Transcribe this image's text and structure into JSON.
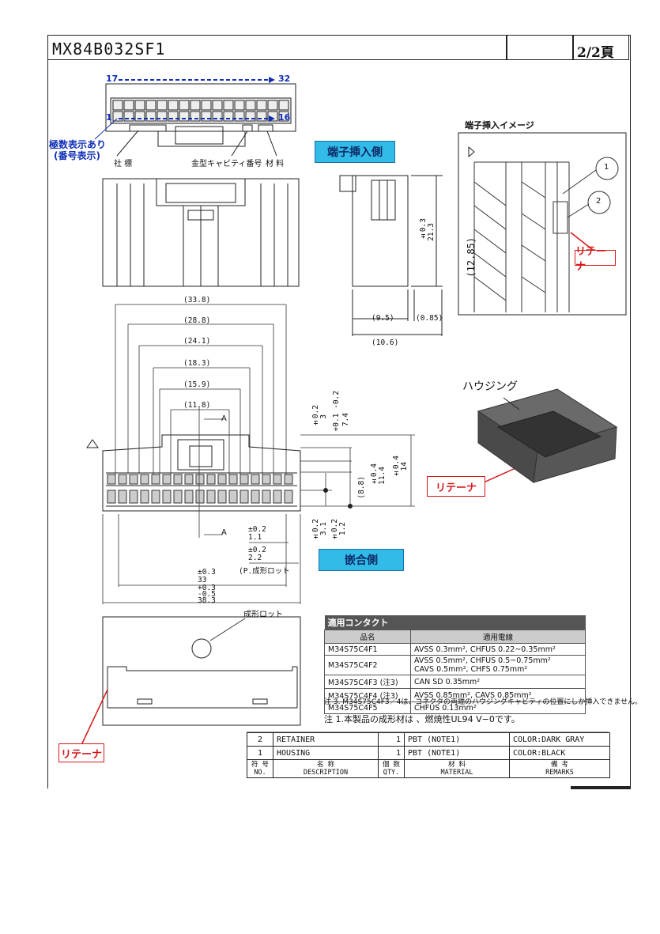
{
  "header": {
    "part_number": "MX84B032SF1",
    "page": "2/2頁"
  },
  "top_view": {
    "pin_left_top": "17",
    "pin_right_top": "32",
    "pin_left_bottom": "1",
    "pin_right_bottom": "16",
    "polarity_note": "極数表示あり",
    "polarity_note_sub": "(番号表示)",
    "label_company": "社 標",
    "label_cavity": "金型キャビティ番号",
    "label_material": "材 料"
  },
  "labels": {
    "terminal_insert_side": "端子挿入側",
    "mating_side": "嵌合側",
    "insertion_image": "端子挿入イメージ",
    "housing": "ハウジング",
    "retainer": "リテーナ",
    "mold_lot": "成形ロット",
    "mold_lot_paren": "(P.成形ロット",
    "section_a": "A",
    "balloon_1": "1",
    "balloon_2": "2"
  },
  "dimensions": {
    "d338": "(33.8)",
    "d288": "(28.8)",
    "d241": "(24.1)",
    "d183": "(18.3)",
    "d159": "(15.9)",
    "d118": "(11.8)",
    "d95": "(9.5)",
    "d085": "(0.85)",
    "d106": "(10.6)",
    "d213": "21.3",
    "d213_tol": "±0.3",
    "d1285": "(12.85)",
    "d3": "3",
    "d3_tol": "±0.2",
    "d74": "7.4",
    "d74_tol": "+0.1\n-0.2",
    "d88": "(8.8)",
    "d114": "11.4",
    "d114_tol": "±0.4",
    "d14": "14",
    "d14_tol": "±0.4",
    "d31": "3.1",
    "d31_tol": "±0.2",
    "d12": "1.2",
    "d12_tol": "±0.2",
    "d11": "1.1",
    "d11_tol": "±0.2",
    "d22": "2.2",
    "d22_tol": "±0.2",
    "d33": "33",
    "d33_tol": "±0.3",
    "d383": "38.3",
    "d383_tol_p": "+0.3",
    "d383_tol_m": "-0.5"
  },
  "contact_table": {
    "caption": "適用コンタクト",
    "headers": [
      "品名",
      "適用電線"
    ],
    "rows": [
      [
        "M34S75C4F1",
        "AVSS 0.3mm², CHFUS 0.22~0.35mm²"
      ],
      [
        "M34S75C4F2",
        "AVSS 0.5mm², CHFUS 0.5~0.75mm²",
        "CAVS 0.5mm², CHFS 0.75mm²"
      ],
      [
        "M34S75C4F3 (注3)",
        "CAN SD 0.35mm²"
      ],
      [
        "M34S75C4F4 (注3)",
        "AVSS 0.85mm², CAVS 0.85mm²"
      ],
      [
        "M34S75C4F5",
        "CHFUS 0.13mm²"
      ]
    ]
  },
  "notes": {
    "note3": "注 3.  M34S75C4F3／4は、コネクタの両端のハウジングキャビティの位置にしか挿入できません。",
    "note1": "注 1.本製品の成形材は 、燃焼性UL94  V−0です。"
  },
  "bom": {
    "rows": [
      {
        "no": "2",
        "desc": "RETAINER",
        "qty": "1",
        "mat": "PBT (NOTE1)",
        "rem": "COLOR:DARK GRAY"
      },
      {
        "no": "1",
        "desc": "HOUSING",
        "qty": "1",
        "mat": "PBT (NOTE1)",
        "rem": "COLOR:BLACK"
      }
    ],
    "header": {
      "no_jp": "符 号",
      "no_en": "NO.",
      "desc_jp": "名   称",
      "desc_en": "DESCRIPTION",
      "qty_jp": "個 数",
      "qty_en": "QTY.",
      "mat_jp": "材   料",
      "mat_en": "MATERIAL",
      "rem_jp": "備   考",
      "rem_en": "REMARKS"
    }
  }
}
